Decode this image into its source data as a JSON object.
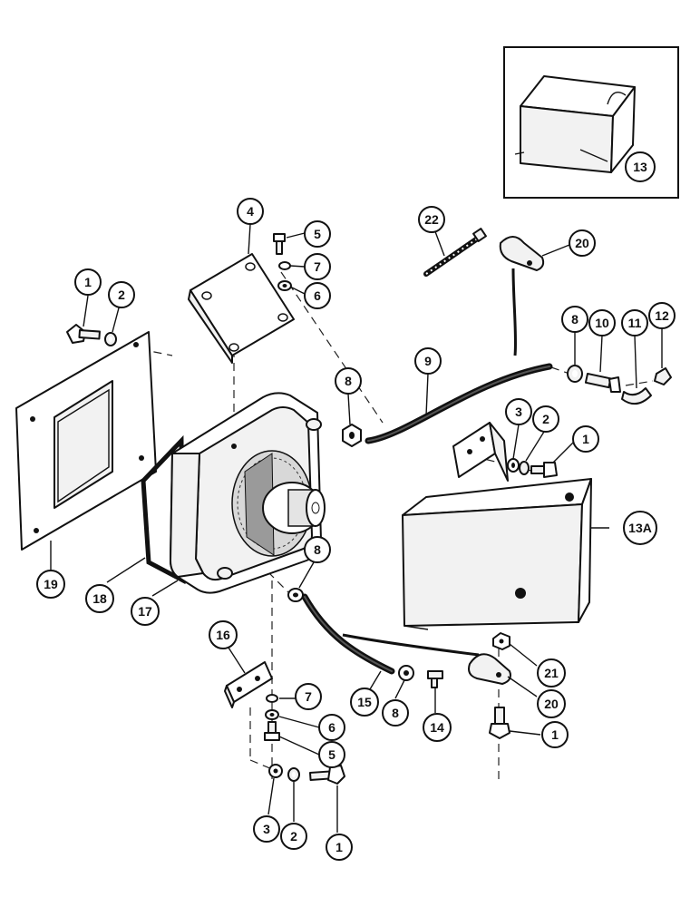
{
  "callouts": [
    {
      "id": "c1a",
      "label": "1"
    },
    {
      "id": "c2a",
      "label": "2"
    },
    {
      "id": "c4",
      "label": "4"
    },
    {
      "id": "c5a",
      "label": "5"
    },
    {
      "id": "c7a",
      "label": "7"
    },
    {
      "id": "c6a",
      "label": "6"
    },
    {
      "id": "c22",
      "label": "22"
    },
    {
      "id": "c20a",
      "label": "20"
    },
    {
      "id": "c8a",
      "label": "8"
    },
    {
      "id": "c10",
      "label": "10"
    },
    {
      "id": "c11",
      "label": "11"
    },
    {
      "id": "c12",
      "label": "12"
    },
    {
      "id": "c9",
      "label": "9"
    },
    {
      "id": "c8b",
      "label": "8"
    },
    {
      "id": "c3a",
      "label": "3"
    },
    {
      "id": "c2b",
      "label": "2"
    },
    {
      "id": "c1b",
      "label": "1"
    },
    {
      "id": "c13",
      "label": "13"
    },
    {
      "id": "c13a",
      "label": "13A"
    },
    {
      "id": "c19",
      "label": "19"
    },
    {
      "id": "c18",
      "label": "18"
    },
    {
      "id": "c17",
      "label": "17"
    },
    {
      "id": "c8c",
      "label": "8"
    },
    {
      "id": "c16",
      "label": "16"
    },
    {
      "id": "c7b",
      "label": "7"
    },
    {
      "id": "c6b",
      "label": "6"
    },
    {
      "id": "c5b",
      "label": "5"
    },
    {
      "id": "c15",
      "label": "15"
    },
    {
      "id": "c8d",
      "label": "8"
    },
    {
      "id": "c14",
      "label": "14"
    },
    {
      "id": "c21",
      "label": "21"
    },
    {
      "id": "c20b",
      "label": "20"
    },
    {
      "id": "c1c",
      "label": "1"
    },
    {
      "id": "c3b",
      "label": "3"
    },
    {
      "id": "c2c",
      "label": "2"
    },
    {
      "id": "c1d",
      "label": "1"
    }
  ]
}
